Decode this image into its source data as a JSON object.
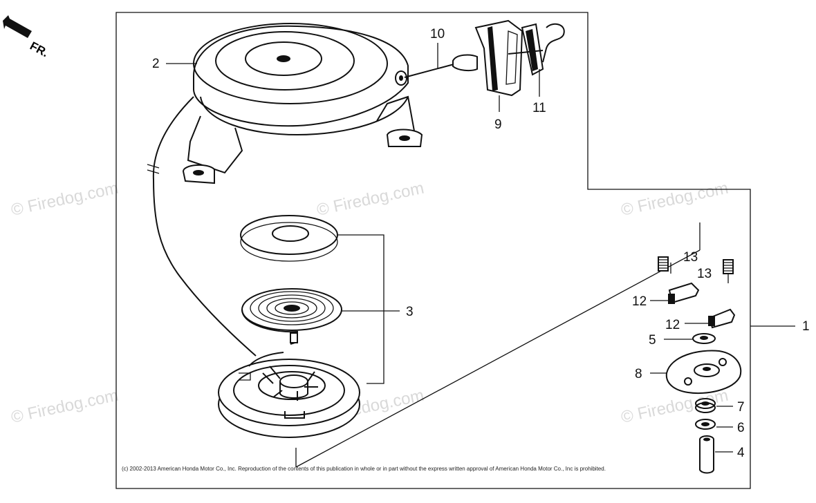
{
  "direction_label": "FR.",
  "watermarks": [
    "© Firedog.com",
    "© Firedog.com",
    "© Firedog.com",
    "© Firedog.com",
    "© Firedog.com",
    "© Firedog.com"
  ],
  "callouts": {
    "c1": "1",
    "c2": "2",
    "c3": "3",
    "c4": "4",
    "c5": "5",
    "c6": "6",
    "c7": "7",
    "c8": "8",
    "c9": "9",
    "c10": "10",
    "c11": "11",
    "c12a": "12",
    "c12b": "12",
    "c13a": "13",
    "c13b": "13"
  },
  "copyright": "(c) 2002-2013 American Honda Motor Co., Inc. Reproduction of the contents of this publication in whole or in part without the express written approval of American Honda Motor Co., Inc is prohibited."
}
